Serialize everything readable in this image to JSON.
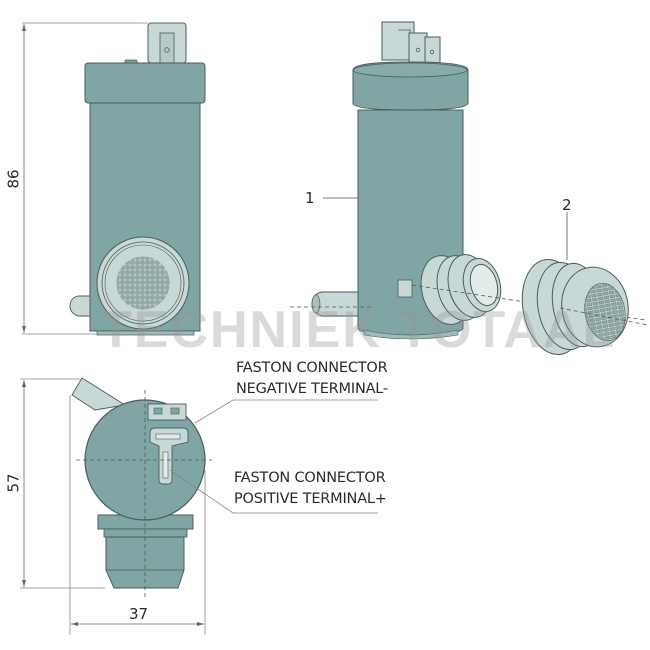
{
  "diagram": {
    "subject": "Windscreen washer pump with filter",
    "colors": {
      "body": "#7fa6a4",
      "body_dark": "#6f9593",
      "light_part": "#c8d8d6",
      "outline": "#4a5c5b",
      "dim_line": "#777777",
      "text": "#2a2a2a",
      "watermark": "#b4b4b4"
    },
    "dimensions": {
      "height": "86",
      "depth": "57",
      "width": "37"
    },
    "part_numbers": {
      "pump": "1",
      "filter": "2"
    },
    "callouts": {
      "negative_line1": "FASTON CONNECTOR",
      "negative_line2": "NEGATIVE TERMINAL-",
      "positive_line1": "FASTON CONNECTOR",
      "positive_line2": "POSITIVE TERMINAL+"
    },
    "watermark": "TECHNIEK TOTAAL"
  }
}
